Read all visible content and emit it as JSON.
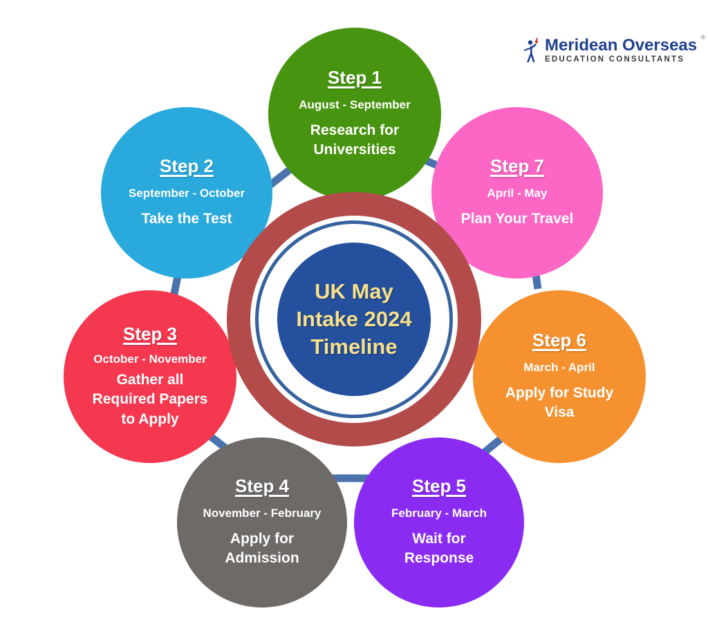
{
  "logo": {
    "name": "Meridean Overseas",
    "subtitle": "EDUCATION CONSULTANTS",
    "registered_mark": "®",
    "mark_icon": "torch-bearer-icon",
    "name_color": "#1F3F8F",
    "mark_colors": [
      "#1F3F8F",
      "#D0342C"
    ]
  },
  "center": {
    "title": "UK May\nIntake 2024\nTimeline",
    "title_color": "#F8E08A",
    "inner_circle_color": "#24509E",
    "ring_color": "#36639F",
    "outer_ring_color": "#B44B4B"
  },
  "connector_color": "#4A72AD",
  "steps": [
    {
      "id": "step-1",
      "heading": "Step 1",
      "range": "August - September",
      "description": "Research for\nUniversities",
      "color": "#479410"
    },
    {
      "id": "step-2",
      "heading": "Step 2",
      "range": "September - October",
      "description": "Take the Test",
      "color": "#29A9DC"
    },
    {
      "id": "step-3",
      "heading": "Step 3",
      "range": "October - November",
      "description": "Gather all\nRequired Papers\nto Apply",
      "color": "#F43850"
    },
    {
      "id": "step-4",
      "heading": "Step 4",
      "range": "November - February",
      "description": "Apply for\nAdmission",
      "color": "#6E6A68"
    },
    {
      "id": "step-5",
      "heading": "Step 5",
      "range": "February - March",
      "description": "Wait for\nResponse",
      "color": "#8A2BF2"
    },
    {
      "id": "step-6",
      "heading": "Step 6",
      "range": "March - April",
      "description": "Apply for Study\nVisa",
      "color": "#F5912F"
    },
    {
      "id": "step-7",
      "heading": "Step 7",
      "range": "April - May",
      "description": "Plan Your Travel",
      "color": "#FC66C4"
    }
  ]
}
